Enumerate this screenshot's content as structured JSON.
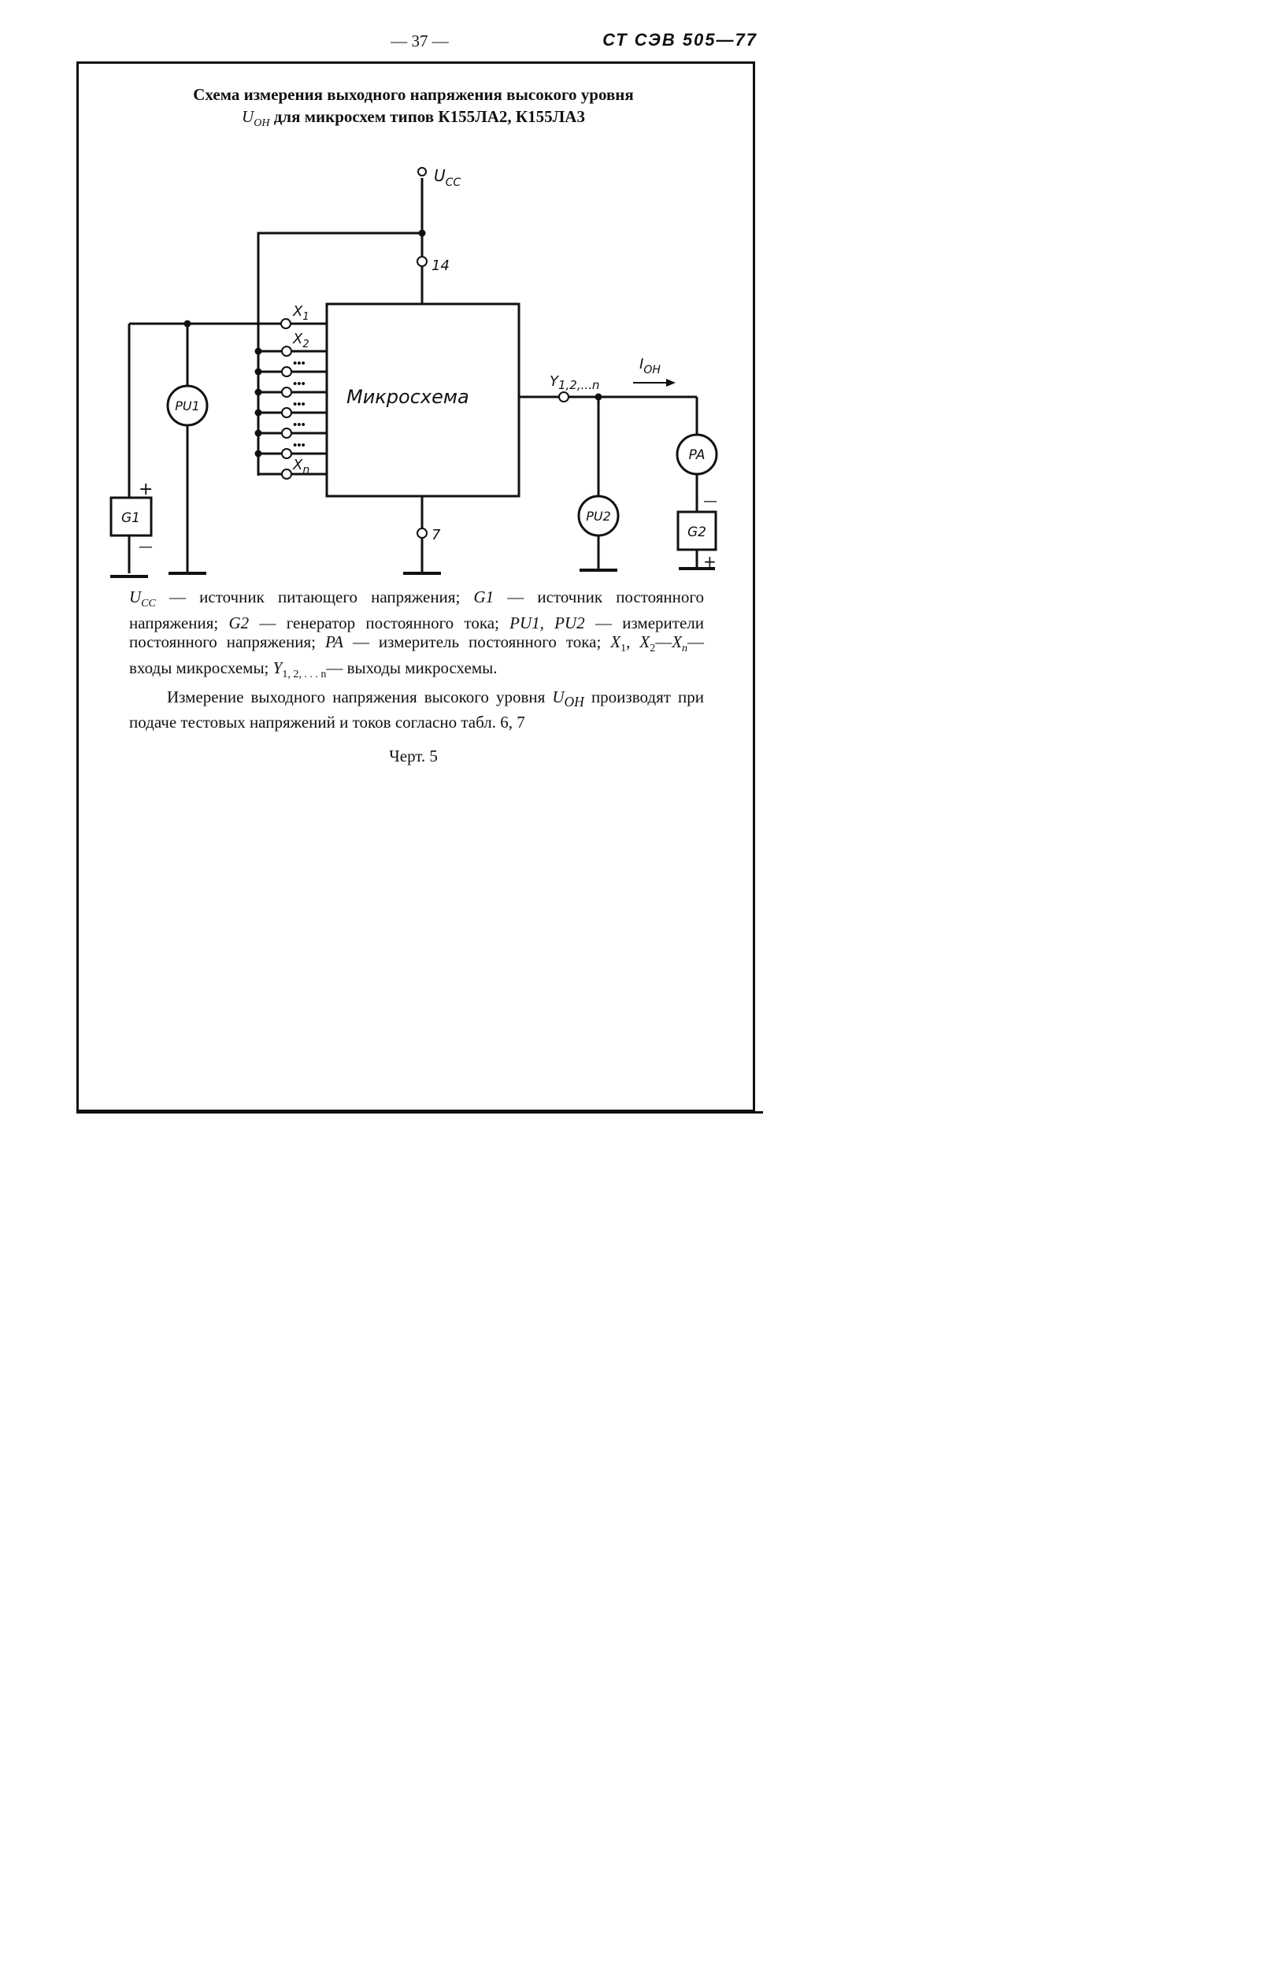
{
  "header": {
    "page_number": "— 37 —",
    "standard_code": "СТ СЭВ 505—77"
  },
  "title": {
    "line1": "Схема измерения выходного напряжения высокого уровня",
    "symbol": "U",
    "symbol_sub": "OH",
    "line2_rest": " для микросхем типов К155ЛА2, К155ЛА3"
  },
  "diagram": {
    "supply_label": "U",
    "supply_sub": "CC",
    "pin_vcc": "14",
    "pin_gnd": "7",
    "chip_label": "Микросхема",
    "input_x1": "X",
    "input_x1_sub": "1",
    "input_x2": "X",
    "input_x2_sub": "2",
    "input_dots": "•••",
    "input_xn": "X",
    "input_xn_sub": "n",
    "output_label": "Y",
    "output_sub": "1,2,...n",
    "current_label": "I",
    "current_sub": "OH",
    "pu1": "PU1",
    "pu2": "PU2",
    "pa": "PA",
    "g1": "G1",
    "g2": "G2",
    "plus": "+",
    "minus": "—"
  },
  "legend": {
    "ucc": "U",
    "ucc_sub": "CC",
    "ucc_text": " — источник питающего напряжения; ",
    "g1": "G1",
    "g1_text": " — источник постоянного напряжения; ",
    "g2": "G2",
    "g2_text": " — генератор постоянного тока; ",
    "pu": "PU1, PU2",
    "pu_text": " — измерители постоянного напряжения; ",
    "pa": "PA",
    "pa_text": " — измеритель постоянного тока; ",
    "x": "X",
    "x1_sub": "1",
    "x_sep": ", ",
    "x2_sub": "2",
    "x_dash": "—",
    "xn_sub": "n",
    "x_text": "— входы микросхемы; ",
    "y": "Y",
    "y_sub": "1, 2, . . . n",
    "y_text": "— выходы микросхемы."
  },
  "measurement": {
    "text1": "Измерение выходного напряжения высокого уровня ",
    "sym": "U",
    "sym_sub": "OH",
    "text2": " производят при подаче тестовых напряжений и токов согласно табл. 6, 7"
  },
  "caption": "Черт. 5"
}
